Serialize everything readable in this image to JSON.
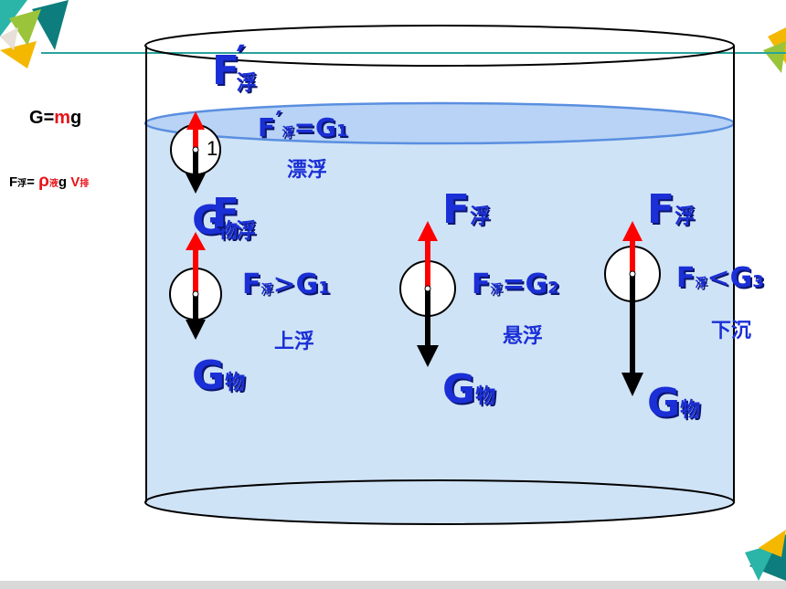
{
  "formulas": {
    "weight": {
      "g": "G",
      "eq": "=",
      "m": "m",
      "g2": "g"
    },
    "buoyancy": {
      "f": "F",
      "f_sub": "浮",
      "eq": "= ",
      "rho": "ρ",
      "rho_sub": "液",
      "g": "g ",
      "v": "V",
      "v_sub": "排"
    }
  },
  "floating": {
    "force_f": "F",
    "prime": "′",
    "force_sub": "浮",
    "eq_f": "F",
    "eq_prime": "′",
    "eq_sub": "浮",
    "eq_op": "=",
    "eq_g": "G",
    "eq_g_sub": "1",
    "state": "漂浮",
    "ball_number": "1"
  },
  "rising": {
    "force_g": "G",
    "force_g_sub": "物",
    "force_f_sub": "浮",
    "top_f": "F",
    "eq_f": "F",
    "eq_sub": "浮",
    "eq_op": ">",
    "eq_g": "G",
    "eq_g_sub": "1",
    "state": "上浮",
    "bottom_g": "G",
    "bottom_g_sub": "物"
  },
  "suspended": {
    "top_f": "F",
    "top_f_sub": "浮",
    "eq_f": "F",
    "eq_sub": "浮",
    "eq_op": "=",
    "eq_g": "G",
    "eq_g_sub": "2",
    "state": "悬浮",
    "bottom_g": "G",
    "bottom_g_sub": "物"
  },
  "sinking": {
    "top_f": "F",
    "top_f_sub": "浮",
    "eq_f": "F",
    "eq_sub": "浮",
    "eq_op": "<",
    "eq_g": "G",
    "eq_g_sub": "3",
    "state": "下沉",
    "bottom_g": "G",
    "bottom_g_sub": "物"
  },
  "colors": {
    "water": "#cfe3f7",
    "surface": "#b8d3f5",
    "force_up": "#ff0000",
    "force_down": "#000000",
    "label_blue": "#1a2fd6",
    "teal_line": "#2aa39a"
  }
}
